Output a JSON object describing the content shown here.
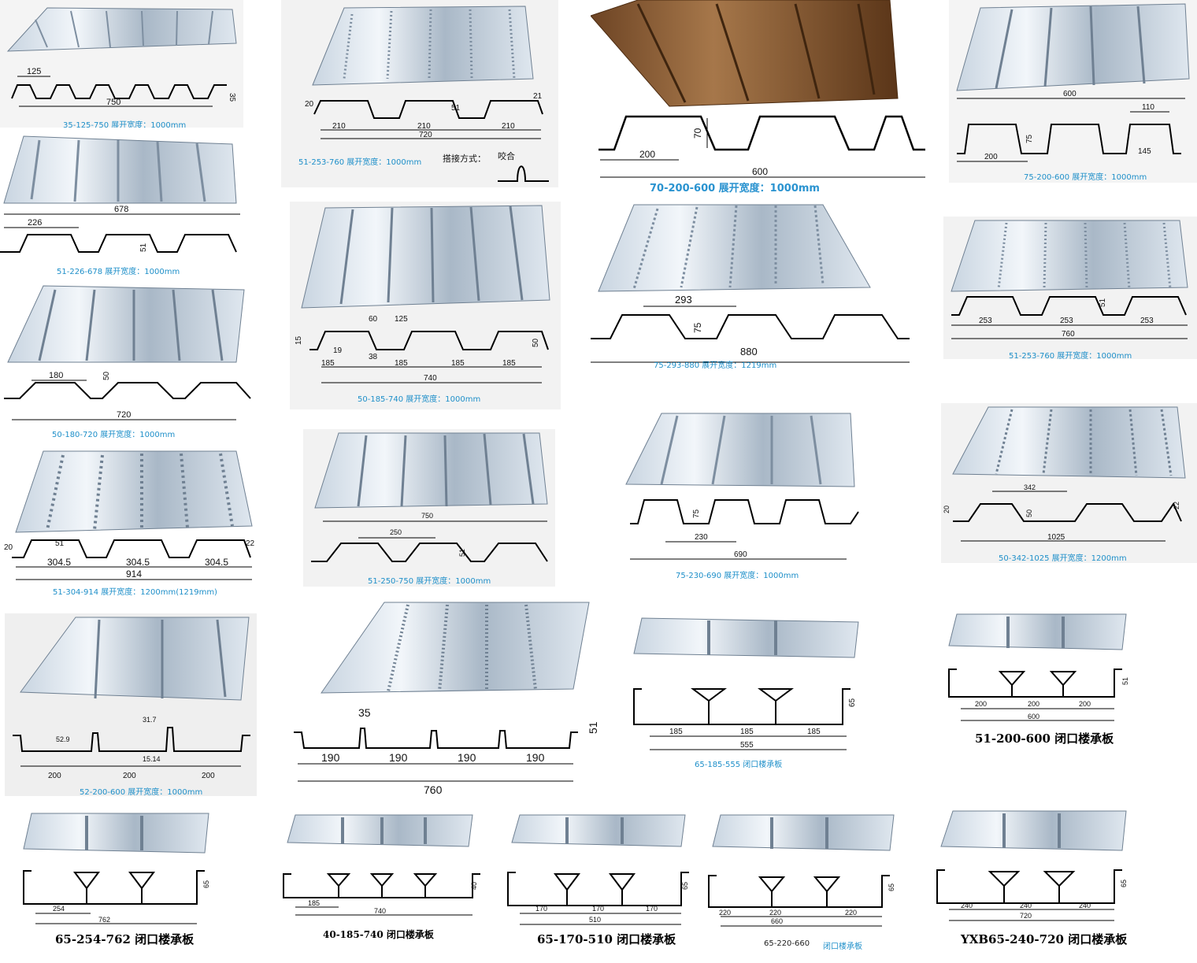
{
  "colors": {
    "caption_blue": "#1e8fc9",
    "steel_light": "#d9e3ee",
    "steel_dark": "#8193a6",
    "rust": "#8a5a2f",
    "background": "#ffffff"
  },
  "panels": [
    {
      "id": "p1",
      "caption": "35-125-750 展开宽度：1000mm",
      "dims": [
        "125",
        "35",
        "750"
      ]
    },
    {
      "id": "p2",
      "caption": "51-253-760 展开宽度：1000mm",
      "dims": [
        "20",
        "51",
        "210",
        "210",
        "210",
        "720",
        "21"
      ],
      "overlap_label": "搭接方式：",
      "overlap_type": "咬合"
    },
    {
      "id": "p3",
      "caption": "70-200-600 展开宽度：1000mm",
      "dims": [
        "70",
        "200",
        "600"
      ]
    },
    {
      "id": "p4",
      "caption": "75-200-600 展开宽度：1000mm",
      "dims": [
        "600",
        "110",
        "75",
        "200",
        "145"
      ]
    },
    {
      "id": "p5",
      "caption": "51-226-678 展开宽度：1000mm",
      "dims": [
        "678",
        "226",
        "51"
      ]
    },
    {
      "id": "p6",
      "caption": "50-185-740 展开宽度：1000mm",
      "dims": [
        "60",
        "125",
        "15",
        "19",
        "38",
        "50",
        "185",
        "185",
        "185",
        "185",
        "740"
      ]
    },
    {
      "id": "p7",
      "caption": "75-293-880 展开宽度：1219mm",
      "dims": [
        "293",
        "75",
        "880"
      ]
    },
    {
      "id": "p8",
      "caption": "51-253-760 展开宽度：1000mm",
      "dims": [
        "51",
        "253",
        "253",
        "253",
        "760"
      ]
    },
    {
      "id": "p9",
      "caption": "50-180-720 展开宽度：1000mm",
      "dims": [
        "180",
        "50",
        "720"
      ]
    },
    {
      "id": "p10",
      "caption": "51-304-914 展开宽度：1200mm(1219mm)",
      "dims": [
        "20",
        "51",
        "22",
        "304.5",
        "304.5",
        "304.5",
        "914"
      ]
    },
    {
      "id": "p11",
      "caption": "51-250-750 展开宽度：1000mm",
      "dims": [
        "750",
        "250",
        "51"
      ]
    },
    {
      "id": "p12",
      "caption": "75-230-690 展开宽度：1000mm",
      "dims": [
        "75",
        "230",
        "690"
      ]
    },
    {
      "id": "p13",
      "caption": "50-342-1025 展开宽度：1200mm",
      "dims": [
        "342",
        "20",
        "50",
        "22",
        "1025"
      ]
    },
    {
      "id": "p14",
      "caption": "52-200-600 展开宽度：1000mm",
      "dims": [
        "31.7",
        "52.9",
        "15.14",
        "200",
        "200",
        "200"
      ]
    },
    {
      "id": "p15",
      "caption": "",
      "dims": [
        "35",
        "51",
        "190",
        "190",
        "190",
        "190",
        "760"
      ]
    },
    {
      "id": "p16",
      "caption": "65-185-555 闭口楼承板",
      "dims": [
        "65",
        "185",
        "185",
        "185",
        "555"
      ]
    },
    {
      "id": "p17",
      "caption": "51-200-600 闭口楼承板",
      "dims": [
        "51",
        "200",
        "200",
        "200",
        "600"
      ]
    },
    {
      "id": "p18",
      "caption": "65-254-762 闭口楼承板",
      "dims": [
        "65",
        "254",
        "762"
      ]
    },
    {
      "id": "p19",
      "caption": "40-185-740 闭口楼承板",
      "dims": [
        "40",
        "185",
        "740"
      ]
    },
    {
      "id": "p20",
      "caption": "65-170-510 闭口楼承板",
      "dims": [
        "65",
        "170",
        "170",
        "170",
        "510"
      ]
    },
    {
      "id": "p21",
      "caption_code": "65-220-660",
      "caption": "闭口楼承板",
      "dims": [
        "65",
        "220",
        "220",
        "220",
        "660"
      ]
    },
    {
      "id": "p22",
      "caption": "YXB65-240-720 闭口楼承板",
      "dims": [
        "65",
        "240",
        "240",
        "240",
        "720"
      ]
    }
  ]
}
